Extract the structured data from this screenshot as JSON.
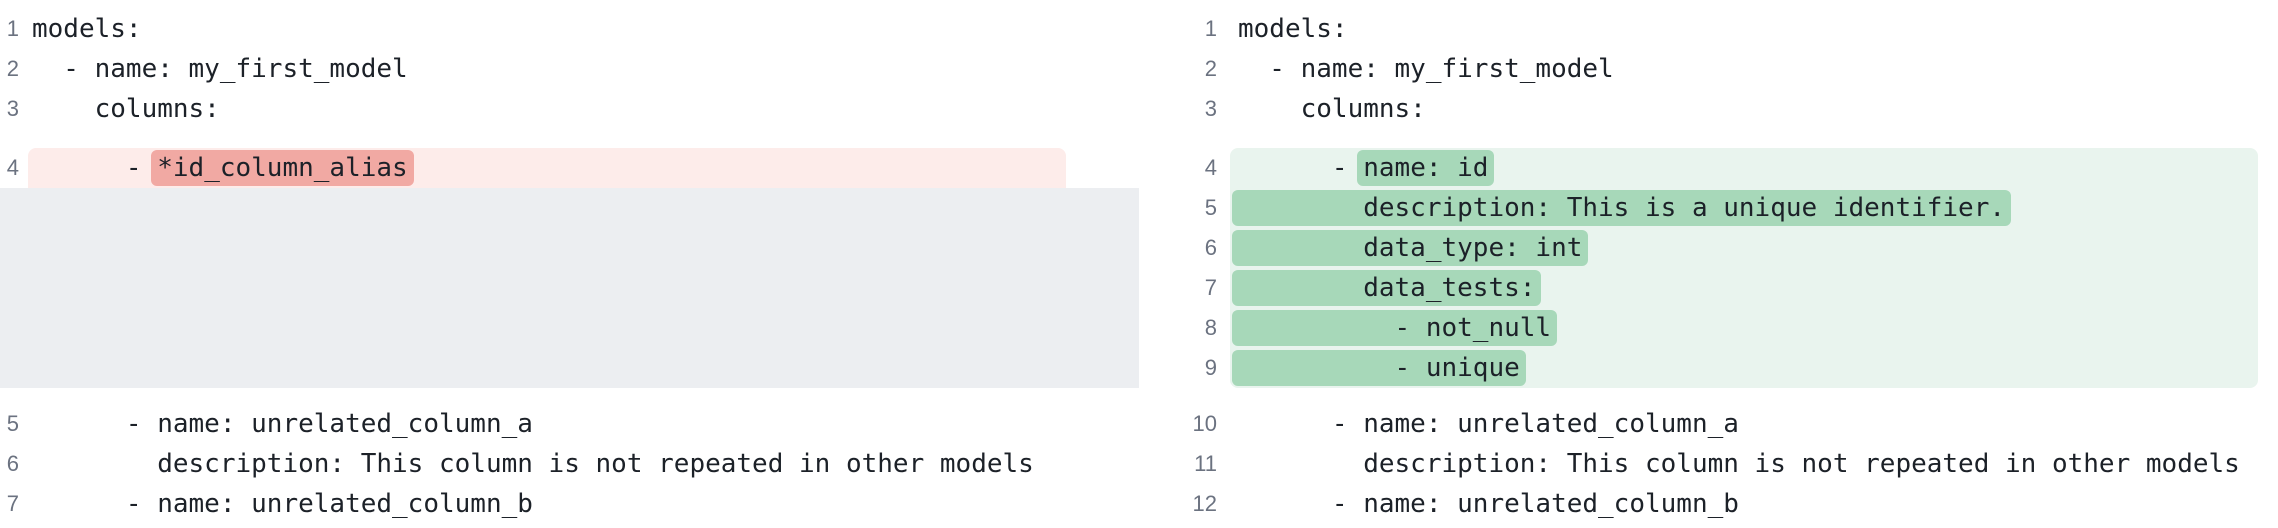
{
  "app": {
    "view": "side-by-side-diff",
    "language": "yaml"
  },
  "colors": {
    "background": "#ffffff",
    "code_text": "#1c2128",
    "line_number": "#6b7280",
    "removed_line_bg": "#fdecea",
    "removed_word_bg": "#f1a9a3",
    "added_line_bg": "#e9f4ee",
    "added_word_bg": "#a7d8b9",
    "filler_bg": "#eceef1"
  },
  "diff": {
    "left_pane": {
      "lines": [
        {
          "num": "1",
          "type": "context",
          "text": "models:"
        },
        {
          "num": "2",
          "type": "context",
          "text": "  - name: my_first_model"
        },
        {
          "num": "3",
          "type": "context",
          "text": "    columns:"
        },
        {
          "num": "4",
          "type": "removed",
          "first": true,
          "pre": "      - ",
          "mark": "*id_column_alias"
        },
        {
          "num": "",
          "type": "filler",
          "last": true,
          "filler_lines": 5
        },
        {
          "num": "5",
          "type": "context",
          "text": "      - name: unrelated_column_a"
        },
        {
          "num": "6",
          "type": "context",
          "text": "        description: This column is not repeated in other models"
        },
        {
          "num": "7",
          "type": "context",
          "text": "      - name: unrelated_column_b"
        }
      ]
    },
    "right_pane": {
      "lines": [
        {
          "num": "1",
          "type": "context",
          "text": "models:"
        },
        {
          "num": "2",
          "type": "context",
          "text": "  - name: my_first_model"
        },
        {
          "num": "3",
          "type": "context",
          "text": "    columns:"
        },
        {
          "num": "4",
          "type": "added",
          "first": true,
          "pre": "      - ",
          "mark": "name: id"
        },
        {
          "num": "5",
          "type": "added",
          "pre": "",
          "mark": "        description: This is a unique identifier."
        },
        {
          "num": "6",
          "type": "added",
          "pre": "",
          "mark": "        data_type: int"
        },
        {
          "num": "7",
          "type": "added",
          "pre": "",
          "mark": "        data_tests:"
        },
        {
          "num": "8",
          "type": "added",
          "pre": "",
          "mark": "          - not_null"
        },
        {
          "num": "9",
          "type": "added",
          "last": true,
          "pre": "",
          "mark": "          - unique"
        },
        {
          "num": "10",
          "type": "context",
          "text": "      - name: unrelated_column_a"
        },
        {
          "num": "11",
          "type": "context",
          "text": "        description: This column is not repeated in other models"
        },
        {
          "num": "12",
          "type": "context",
          "text": "      - name: unrelated_column_b"
        }
      ]
    }
  }
}
